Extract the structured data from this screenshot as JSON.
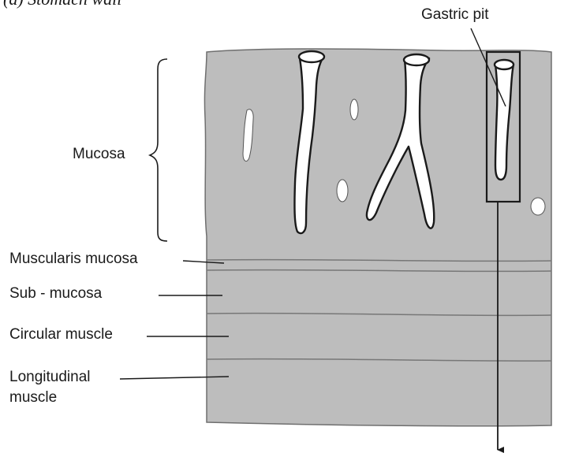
{
  "caption": "(a) Stomach wall",
  "labels": {
    "gastric_pit": "Gastric pit",
    "mucosa": "Mucosa",
    "muscularis_mucosa": "Muscularis mucosa",
    "sub_mucosa": "Sub - mucosa",
    "circular_muscle": "Circular muscle",
    "longitudinal_muscle_line1": "Longitudinal",
    "longitudinal_muscle_line2": "muscle"
  },
  "colors": {
    "tissue_fill": "#bdbdbd",
    "outline": "#1a1a1a",
    "gland_fill": "#ffffff",
    "background": "#ffffff"
  }
}
